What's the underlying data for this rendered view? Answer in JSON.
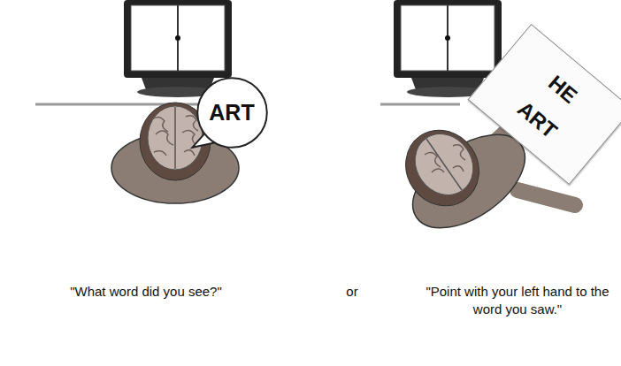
{
  "diagram": {
    "nodes": [
      {
        "text": [
          "ART"
        ]
      },
      {
        "text": [
          "HE",
          "ART"
        ]
      }
    ],
    "labels": [
      "\"What word did you see?\"",
      "or",
      "\"Point with your left hand to the word you saw.\""
    ]
  }
}
